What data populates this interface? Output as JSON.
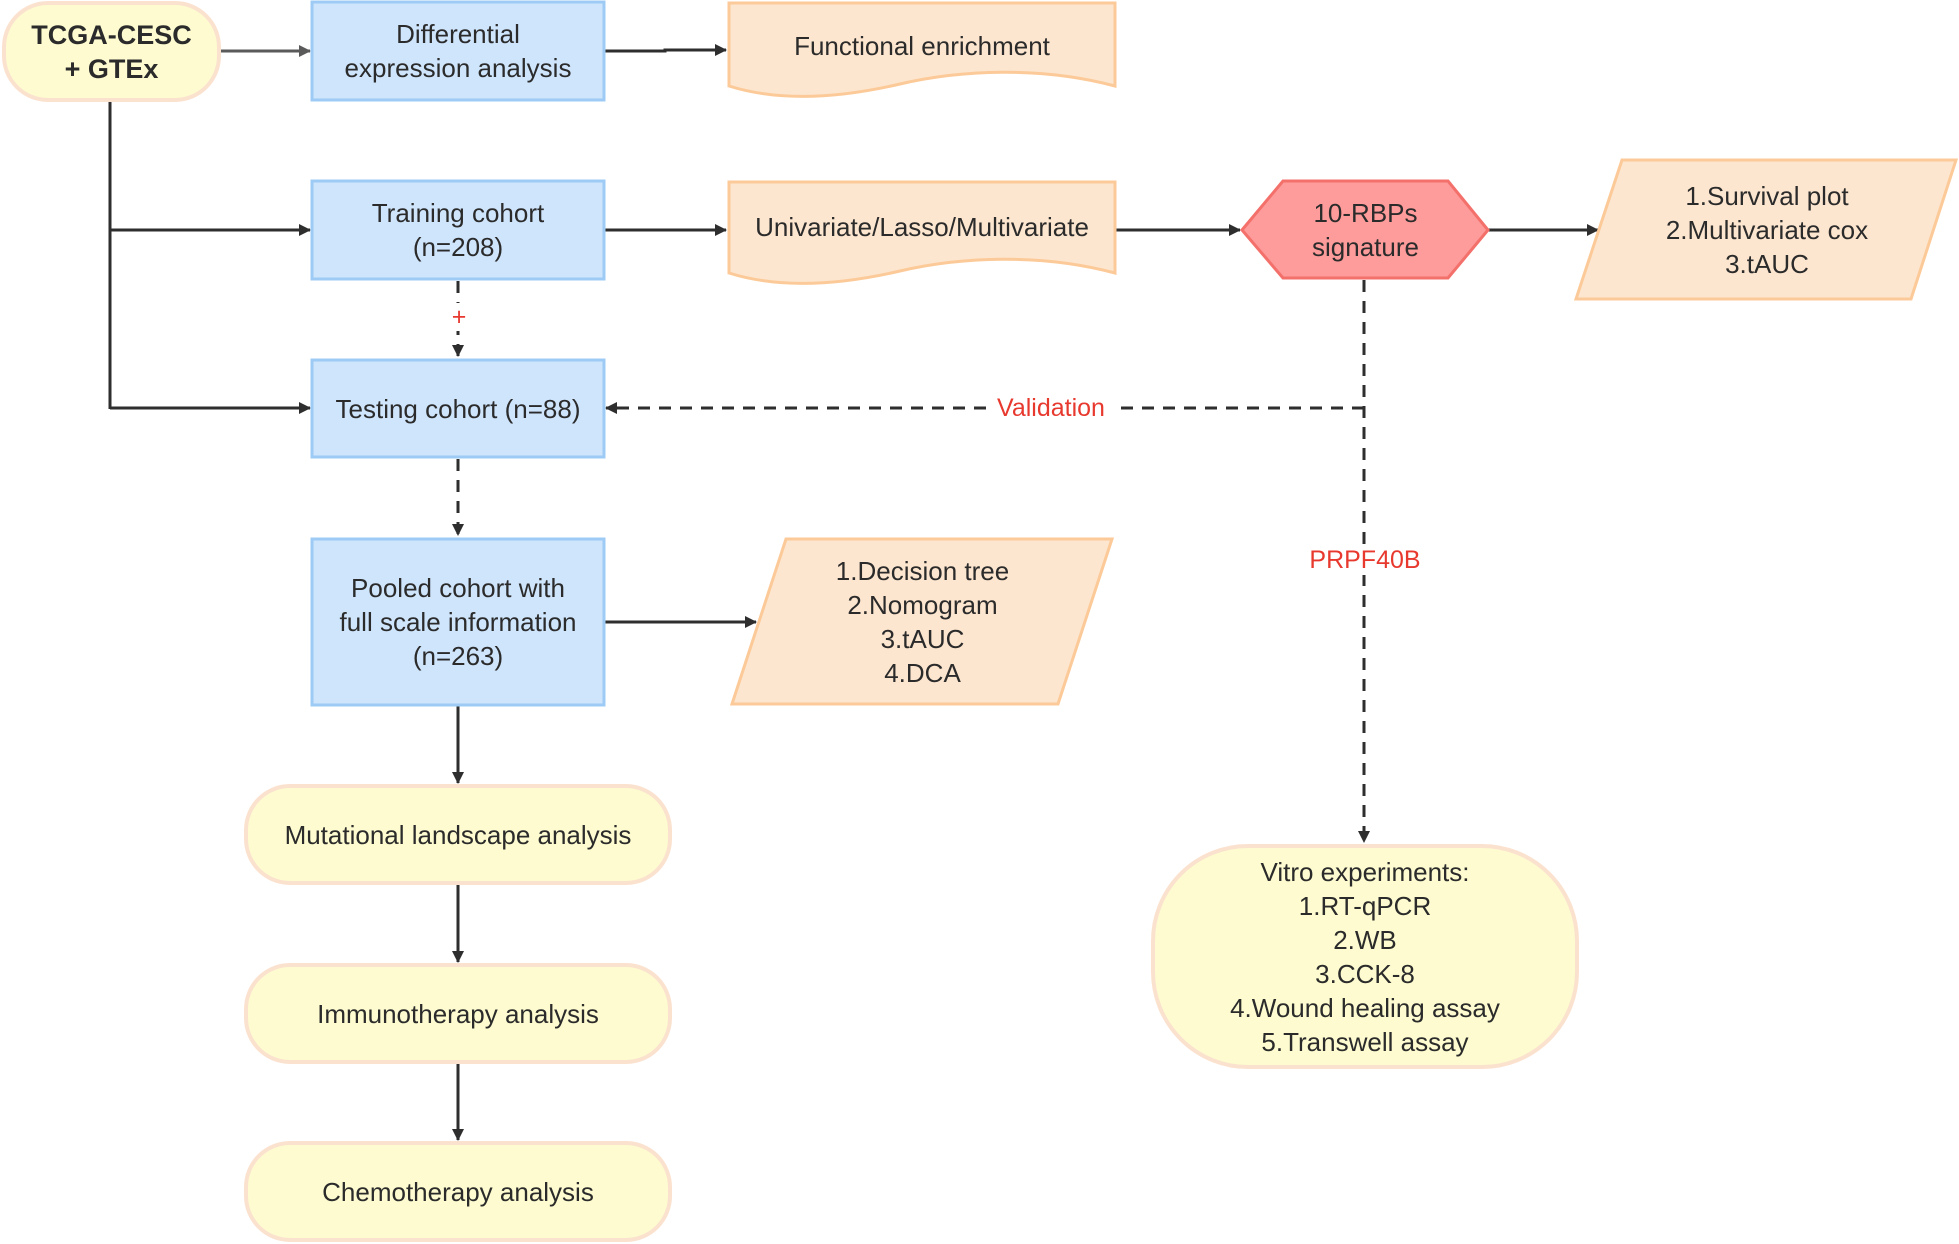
{
  "nodes": {
    "source": "TCGA-CESC\n+ GTEx",
    "differential": "Differential\nexpression analysis",
    "functional": "Functional enrichment",
    "training": "Training cohort\n(n=208)",
    "univariate": "Univariate/Lasso/Multivariate",
    "signature": "10-RBPs\nsignature",
    "signature_outputs": "1.Survival plot\n2.Multivariate cox\n3.tAUC",
    "testing": "Testing cohort (n=88)",
    "pooled": "Pooled cohort with\nfull scale information\n(n=263)",
    "pooled_outputs": "1.Decision tree\n2.Nomogram\n3.tAUC\n4.DCA",
    "mutational": "Mutational landscape analysis",
    "immunotherapy": "Immunotherapy analysis",
    "chemotherapy": "Chemotherapy analysis",
    "vitro": "Vitro experiments:\n1.RT-qPCR\n2.WB\n3.CCK-8\n4.Wound healing assay\n5.Transwell assay"
  },
  "edge_labels": {
    "plus": "+",
    "validation": "Validation",
    "prpf40b": "PRPF40B"
  },
  "colors": {
    "process_fill": "#cfe5fc",
    "terminal_fill": "#fdfbcf",
    "output_fill": "#fde6cf",
    "signature_fill": "#fe9b9b",
    "annotation_text": "#e8392f"
  }
}
